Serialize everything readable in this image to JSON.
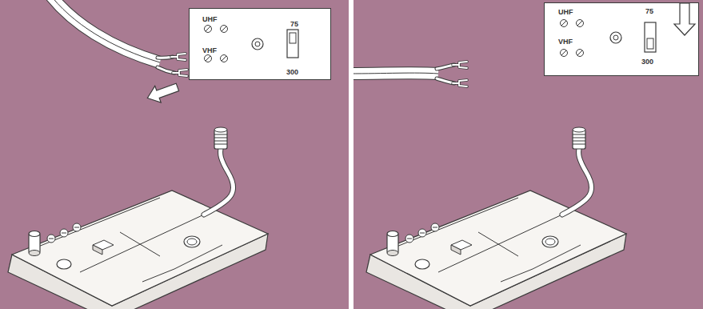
{
  "diagram": {
    "nodes": [
      {
        "text": [
          "UHF",
          "VHF",
          "75",
          "300"
        ]
      },
      {
        "text": [
          "UHF",
          "VHF",
          "75",
          "300"
        ]
      }
    ]
  }
}
